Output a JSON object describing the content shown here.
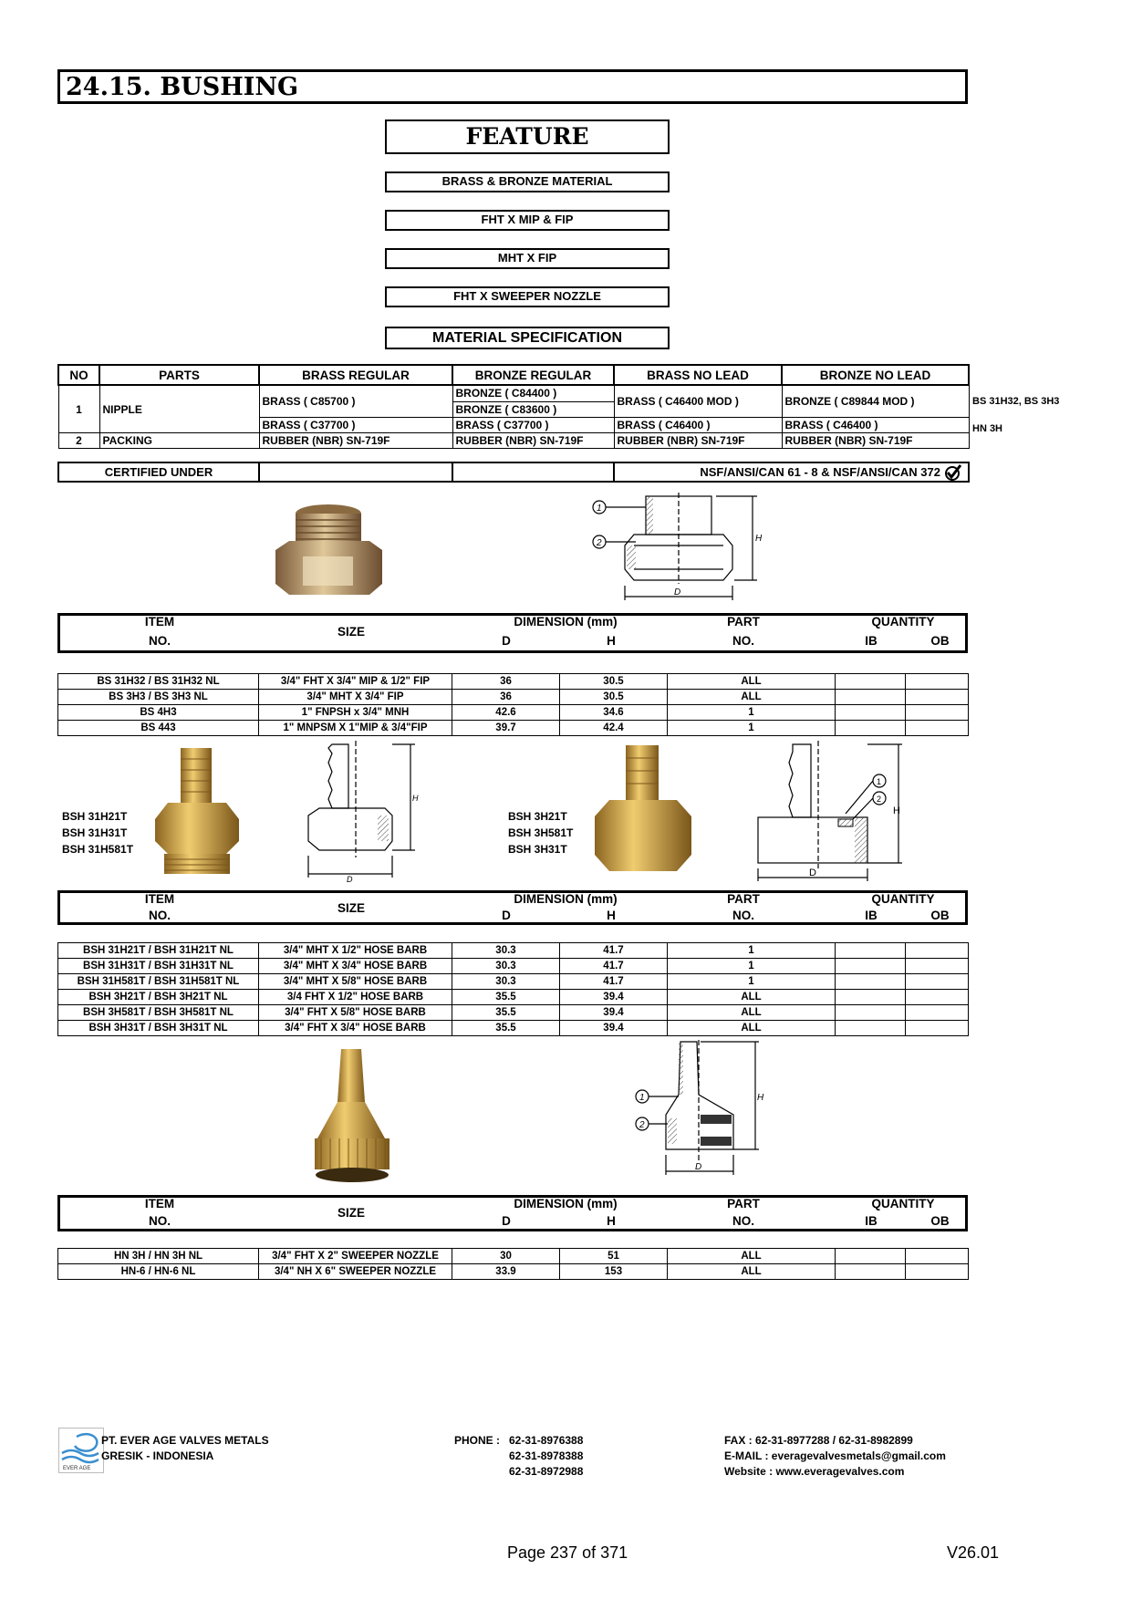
{
  "section_title": "24.15.  BUSHING",
  "feature": {
    "title": "FEATURE",
    "items": [
      "BRASS & BRONZE MATERIAL",
      "FHT X MIP & FIP",
      "MHT X FIP",
      "FHT X SWEEPER NOZZLE"
    ],
    "material_spec": "MATERIAL SPECIFICATION"
  },
  "material_table": {
    "headers": [
      "NO",
      "PARTS",
      "BRASS REGULAR",
      "BRONZE REGULAR",
      "BRASS NO LEAD",
      "BRONZE NO LEAD"
    ],
    "row1": {
      "no": "1",
      "part": "NIPPLE",
      "brass_regular_a": "BRASS ( C85700 )",
      "brass_regular_b": "BRASS ( C37700 )",
      "bronze_regular_a": "BRONZE ( C84400 )",
      "bronze_regular_b": "BRONZE ( C83600 )",
      "bronze_regular_c": "BRASS ( C37700 )",
      "brass_nolead_a": "BRASS ( C46400 MOD )",
      "brass_nolead_b": "BRASS ( C46400 )",
      "bronze_nolead_a": "BRONZE ( C89844 MOD )",
      "bronze_nolead_b": "BRASS ( C46400 )",
      "note_a": "BS 31H32, BS 3H3",
      "note_b": "HN 3H"
    },
    "row2": {
      "no": "2",
      "part": "PACKING",
      "brass_regular": "RUBBER (NBR) SN-719F",
      "bronze_regular": "RUBBER (NBR) SN-719F",
      "brass_nolead": "RUBBER (NBR) SN-719F",
      "bronze_nolead": "RUBBER (NBR) SN-719F"
    }
  },
  "certified": {
    "label": "CERTIFIED UNDER",
    "value": "NSF/ANSI/CAN 61 - 8 & NSF/ANSI/CAN 372"
  },
  "dim_header": {
    "item": "ITEM",
    "no": "NO.",
    "size": "SIZE",
    "dimension": "DIMENSION (mm)",
    "d": "D",
    "h": "H",
    "part": "PART",
    "part_no": "NO.",
    "quantity": "QUANTITY",
    "ib": "IB",
    "ob": "OB"
  },
  "drawing_labels": {
    "d": "D",
    "h": "H",
    "one": "1",
    "two": "2"
  },
  "table1": [
    [
      "BS 31H32 / BS 31H32 NL",
      "3/4\" FHT X 3/4\" MIP & 1/2\" FIP",
      "36",
      "30.5",
      "ALL"
    ],
    [
      "BS 3H3 / BS 3H3 NL",
      "3/4\" MHT X 3/4\" FIP",
      "36",
      "30.5",
      "ALL"
    ],
    [
      "BS 4H3",
      "1\" FNPSH x 3/4\" MNH",
      "42.6",
      "34.6",
      "1"
    ],
    [
      "BS 443",
      "1\" MNPSM X 1\"MIP & 3/4\"FIP",
      "39.7",
      "42.4",
      "1"
    ]
  ],
  "group2_left": [
    "BSH 31H21T",
    "BSH 31H31T",
    "BSH 31H581T"
  ],
  "group2_right": [
    "BSH 3H21T",
    "BSH 3H581T",
    "BSH 3H31T"
  ],
  "table2": [
    [
      "BSH 31H21T / BSH 31H21T NL",
      "3/4\" MHT X 1/2\" HOSE BARB",
      "30.3",
      "41.7",
      "1"
    ],
    [
      "BSH 31H31T / BSH 31H31T NL",
      "3/4\" MHT X 3/4\" HOSE BARB",
      "30.3",
      "41.7",
      "1"
    ],
    [
      "BSH 31H581T / BSH 31H581T NL",
      "3/4\" MHT X 5/8\" HOSE BARB",
      "30.3",
      "41.7",
      "1"
    ],
    [
      "BSH 3H21T / BSH 3H21T NL",
      "3/4 FHT X 1/2\" HOSE BARB",
      "35.5",
      "39.4",
      "ALL"
    ],
    [
      "BSH 3H581T / BSH 3H581T NL",
      "3/4\" FHT X 5/8\" HOSE BARB",
      "35.5",
      "39.4",
      "ALL"
    ],
    [
      "BSH 3H31T / BSH 3H31T NL",
      "3/4\" FHT X 3/4\" HOSE BARB",
      "35.5",
      "39.4",
      "ALL"
    ]
  ],
  "table3": [
    [
      "HN 3H / HN 3H NL",
      "3/4\" FHT X 2\" SWEEPER NOZZLE",
      "30",
      "51",
      "ALL"
    ],
    [
      "HN-6 / HN-6 NL",
      "3/4\" NH X 6\" SWEEPER NOZZLE",
      "33.9",
      "153",
      "ALL"
    ]
  ],
  "footer": {
    "logo_text": "EVER AGE",
    "company": "PT. EVER AGE VALVES METALS",
    "location": "GRESIK - INDONESIA",
    "phone_label": "PHONE :",
    "phones": [
      "62-31-8976388",
      "62-31-8978388",
      "62-31-8972988"
    ],
    "fax": "FAX  : 62-31-8977288 / 62-31-8982899",
    "email": "E-MAIL  : everagevalvesmetals@gmail.com",
    "website": "Website  : www.everagevalves.com",
    "page": "Page 237 of 371",
    "version": "V26.01"
  },
  "colors": {
    "brass": "#c9a248",
    "bronze": "#b08a5a",
    "hatch": "#444444"
  }
}
